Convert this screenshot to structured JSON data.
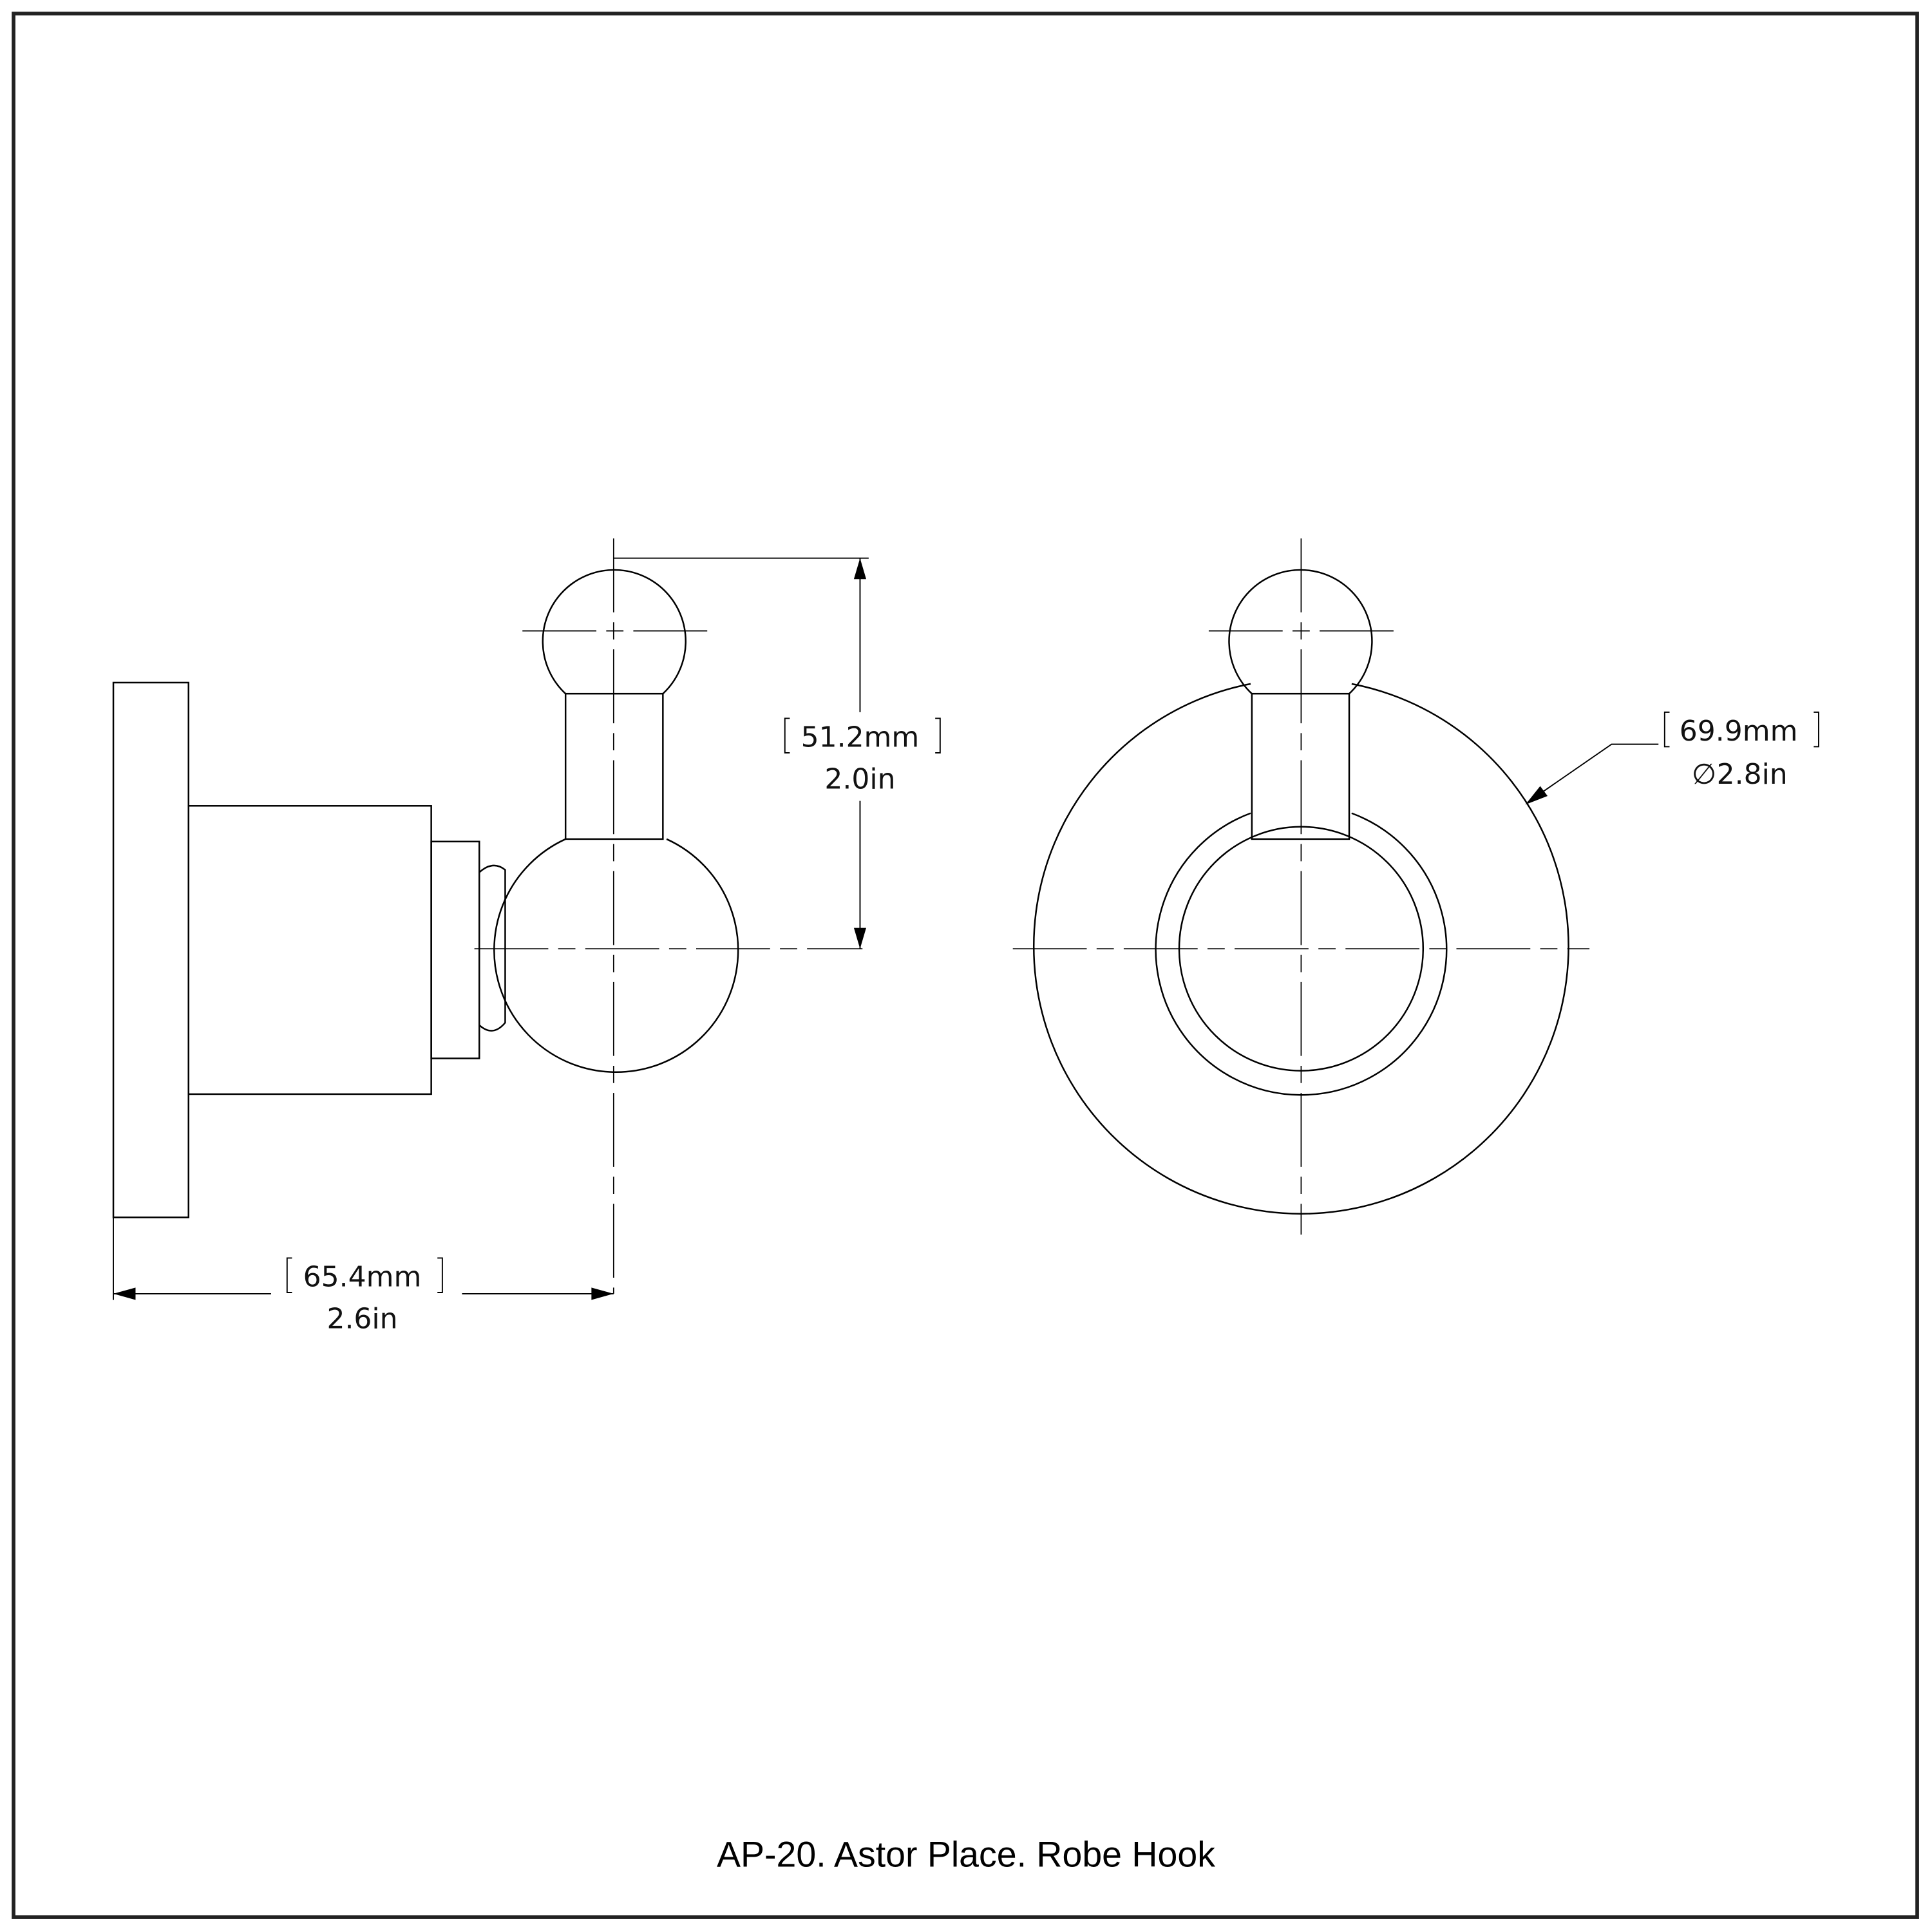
{
  "title": "AP-20. Astor Place. Robe Hook",
  "dimensions": {
    "height": {
      "mm": "51.2mm",
      "in": "2.0in"
    },
    "depth": {
      "mm": "65.4mm",
      "in": "2.6in"
    },
    "diameter": {
      "mm": "69.9mm",
      "in": "2.8in",
      "symbol": "∅"
    }
  },
  "views": [
    "side-view",
    "front-view"
  ],
  "colors": {
    "line": "#000000",
    "frame": "#222222",
    "background": "#ffffff"
  }
}
